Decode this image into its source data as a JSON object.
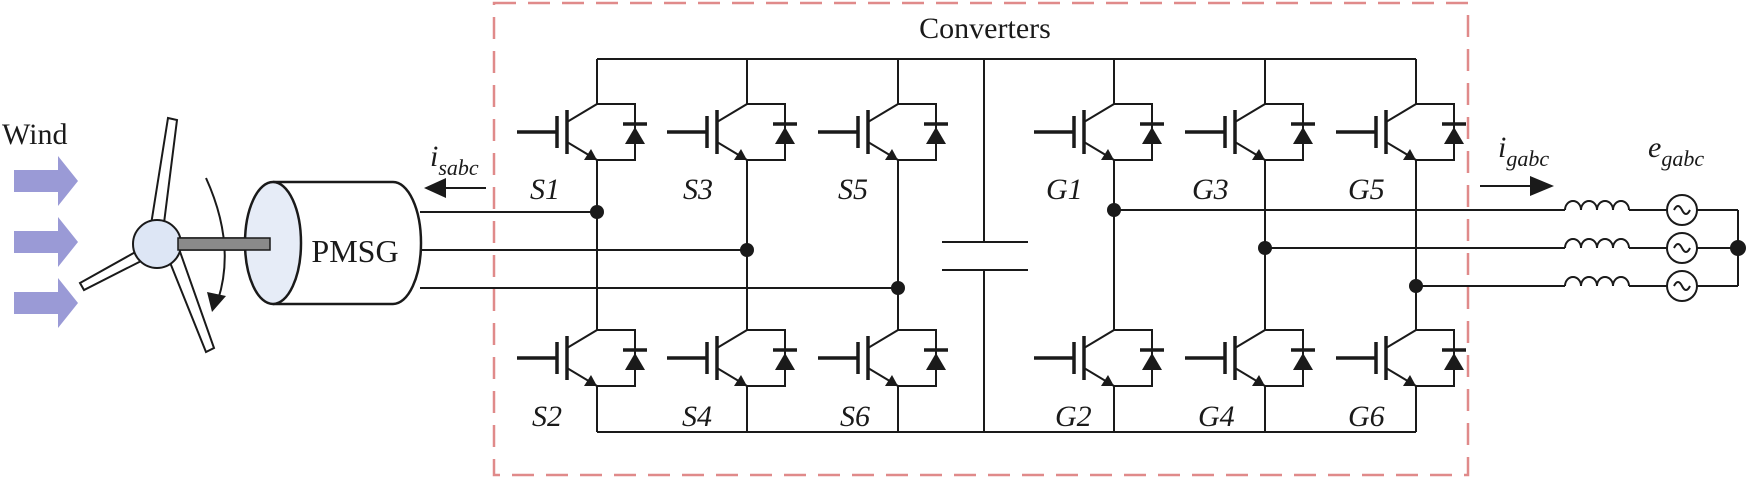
{
  "title": "Converters",
  "wind_label": "Wind",
  "generator_label": "PMSG",
  "stator_current": {
    "base": "i",
    "sub": "sabc"
  },
  "grid_current": {
    "base": "i",
    "sub": "gabc"
  },
  "grid_voltage": {
    "base": "e",
    "sub": "gabc"
  },
  "switches": {
    "machine_side": [
      "S1",
      "S2",
      "S3",
      "S4",
      "S5",
      "S6"
    ],
    "grid_side": [
      "G1",
      "G2",
      "G3",
      "G4",
      "G5",
      "G6"
    ]
  },
  "colors": {
    "converter_box": "#e08a8a",
    "wind_arrows": "#9a9ad6",
    "hub_fill": "#dde6f5",
    "generator_end": "#e6ecf7",
    "shaft": "#8a8a8a"
  }
}
